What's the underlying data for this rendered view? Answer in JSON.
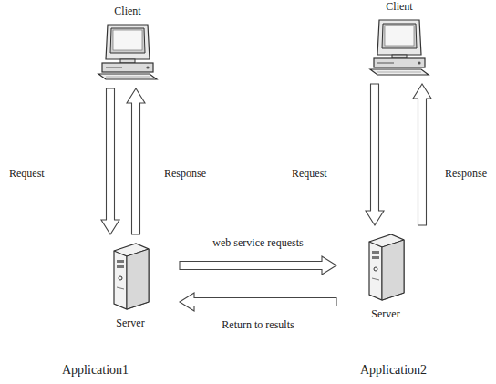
{
  "diagram": {
    "nodes": [
      {
        "text": [
          "Client"
        ]
      },
      {
        "text": [
          "Server"
        ]
      },
      {
        "text": [
          "Client"
        ]
      },
      {
        "text": [
          "Server"
        ]
      }
    ],
    "edges": [
      {
        "from": 0,
        "to": 1,
        "label": "Request",
        "arrow": "to"
      },
      {
        "from": 1,
        "to": 0,
        "label": "Response",
        "arrow": "to"
      },
      {
        "from": 2,
        "to": 3,
        "label": "Request",
        "arrow": "to"
      },
      {
        "from": 3,
        "to": 2,
        "label": "Response",
        "arrow": "to"
      },
      {
        "from": 1,
        "to": 3,
        "label": "web service requests",
        "arrow": "to"
      },
      {
        "from": 3,
        "to": 1,
        "label": "Return to results",
        "arrow": "to"
      }
    ],
    "labels": [
      "Application1",
      "Application2"
    ]
  }
}
